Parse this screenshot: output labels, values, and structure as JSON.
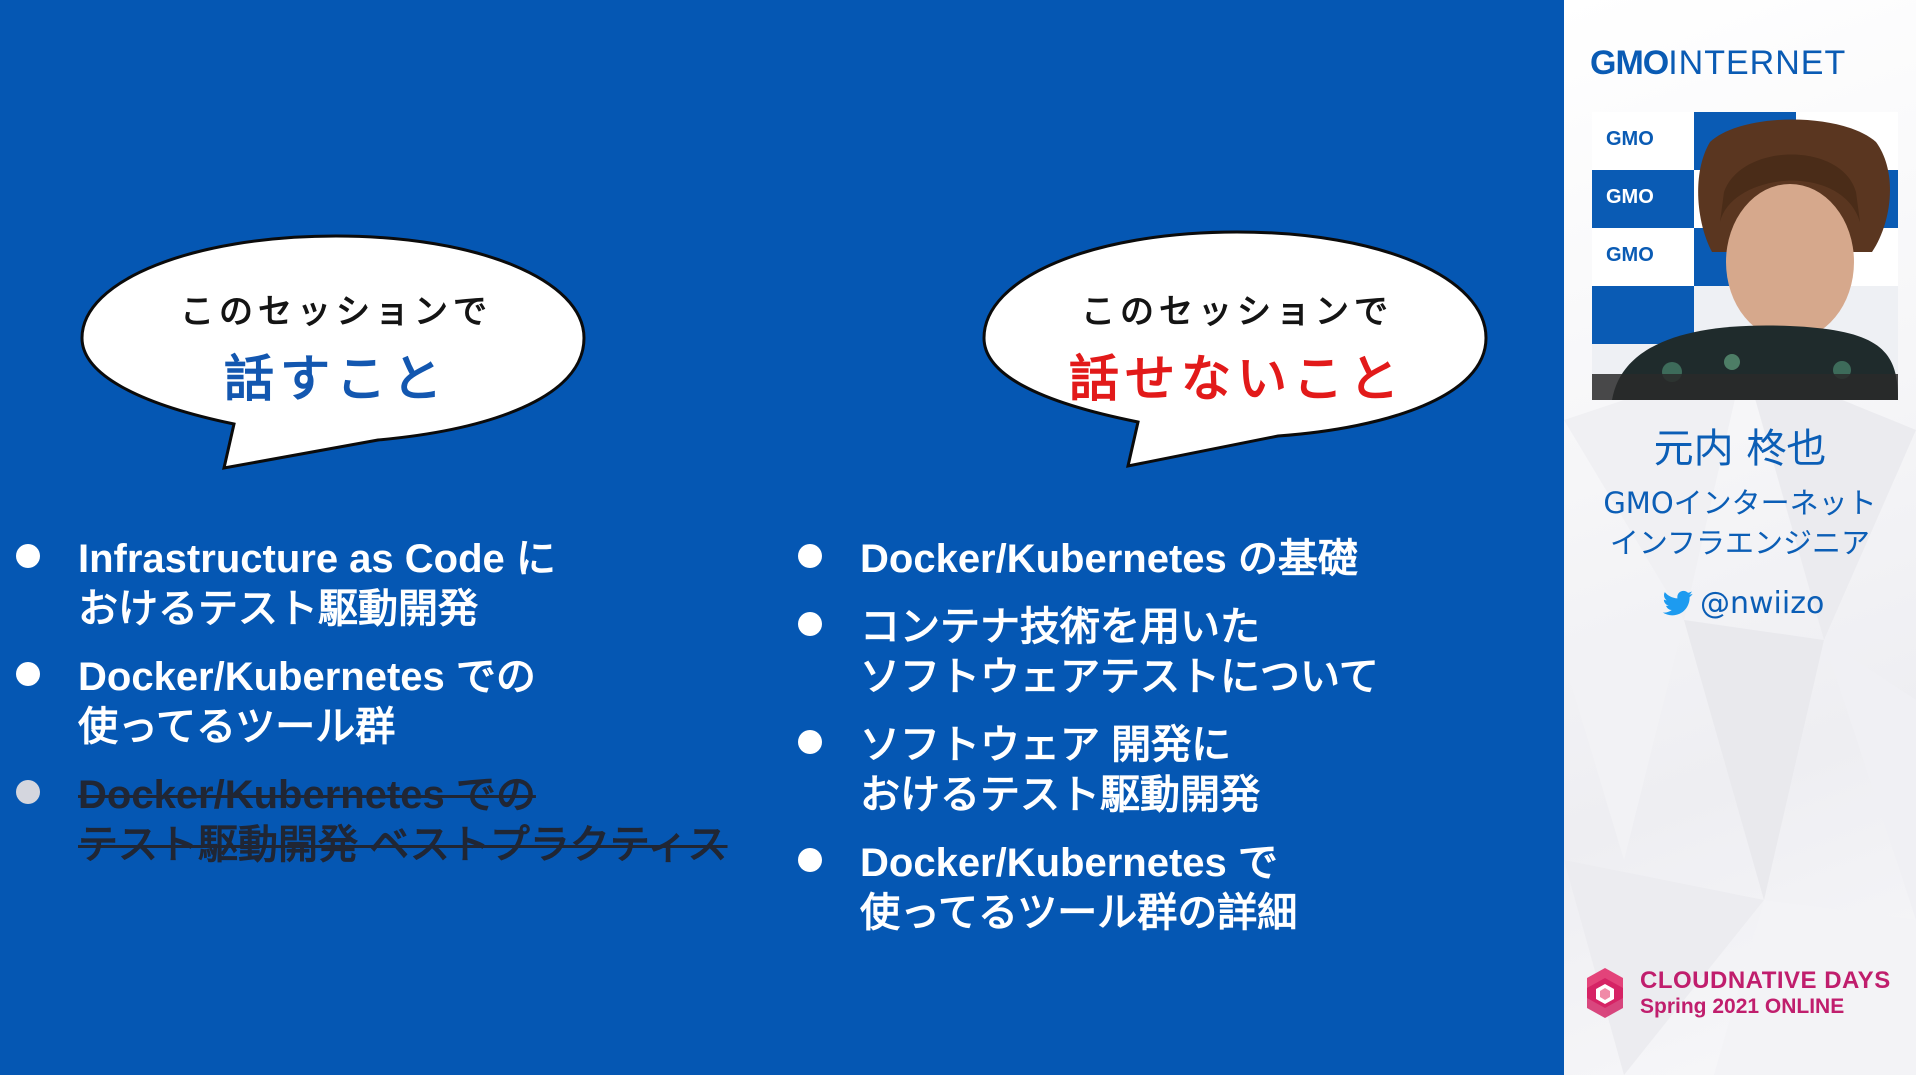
{
  "left_bubble": {
    "line1": "このセッションで",
    "line2": "話すこと",
    "color": "#1357b0"
  },
  "right_bubble": {
    "line1": "このセッションで",
    "line2": "話せないこと",
    "color": "#e21a1a"
  },
  "talk_items": [
    {
      "line1": "Infrastructure as Code に",
      "line2": "おけるテスト駆動開発"
    },
    {
      "line1": "Docker/Kubernetes での",
      "line2": "使ってるツール群"
    },
    {
      "line1": " Docker/Kubernetes での",
      "line2": "テスト駆動開発 ベストプラクティス",
      "struck": true
    }
  ],
  "not_talk_items": [
    {
      "line1": "Docker/Kubernetes の基礎"
    },
    {
      "line1": "コンテナ技術を用いた",
      "line2": "ソフトウェアテストについて"
    },
    {
      "line1": "ソフトウェア 開発に",
      "line2": "おけるテスト駆動開発"
    },
    {
      "line1": "Docker/Kubernetes で",
      "line2": "使ってるツール群の詳細"
    }
  ],
  "panel": {
    "brand_bold": "GMO",
    "brand_rest": "INTERNET",
    "backdrop_logo": "GMO",
    "speaker_name": "元内 柊也",
    "company_line1": "GMOインターネット",
    "company_line2": "インフラエンジニア",
    "twitter_handle": "@nwiizo",
    "event_line1": "CLOUDNATIVE DAYS",
    "event_line2": "Spring 2021 ONLINE"
  },
  "colors": {
    "slide_background": "#0557b3",
    "brand_blue": "#0b5eb6",
    "event_pink": "#c01e6d"
  }
}
